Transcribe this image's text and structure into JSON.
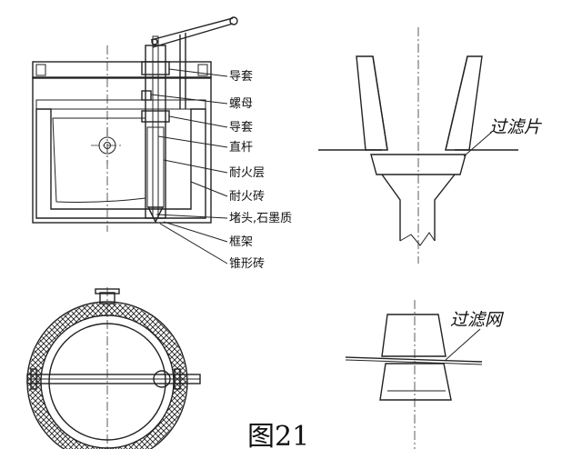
{
  "labels": {
    "guide_sleeve_top": "导套",
    "nut": "螺母",
    "guide_sleeve_mid": "导套",
    "straight_rod": "直杆",
    "refractory_layer": "耐火层",
    "refractory_brick": "耐火砖",
    "plug_graphite": "堵头,石墨质",
    "frame": "框架",
    "tapered_brick": "锥形砖",
    "filter_plate": "过滤片",
    "filter_mesh": "过滤网"
  },
  "figure_caption": "图21"
}
